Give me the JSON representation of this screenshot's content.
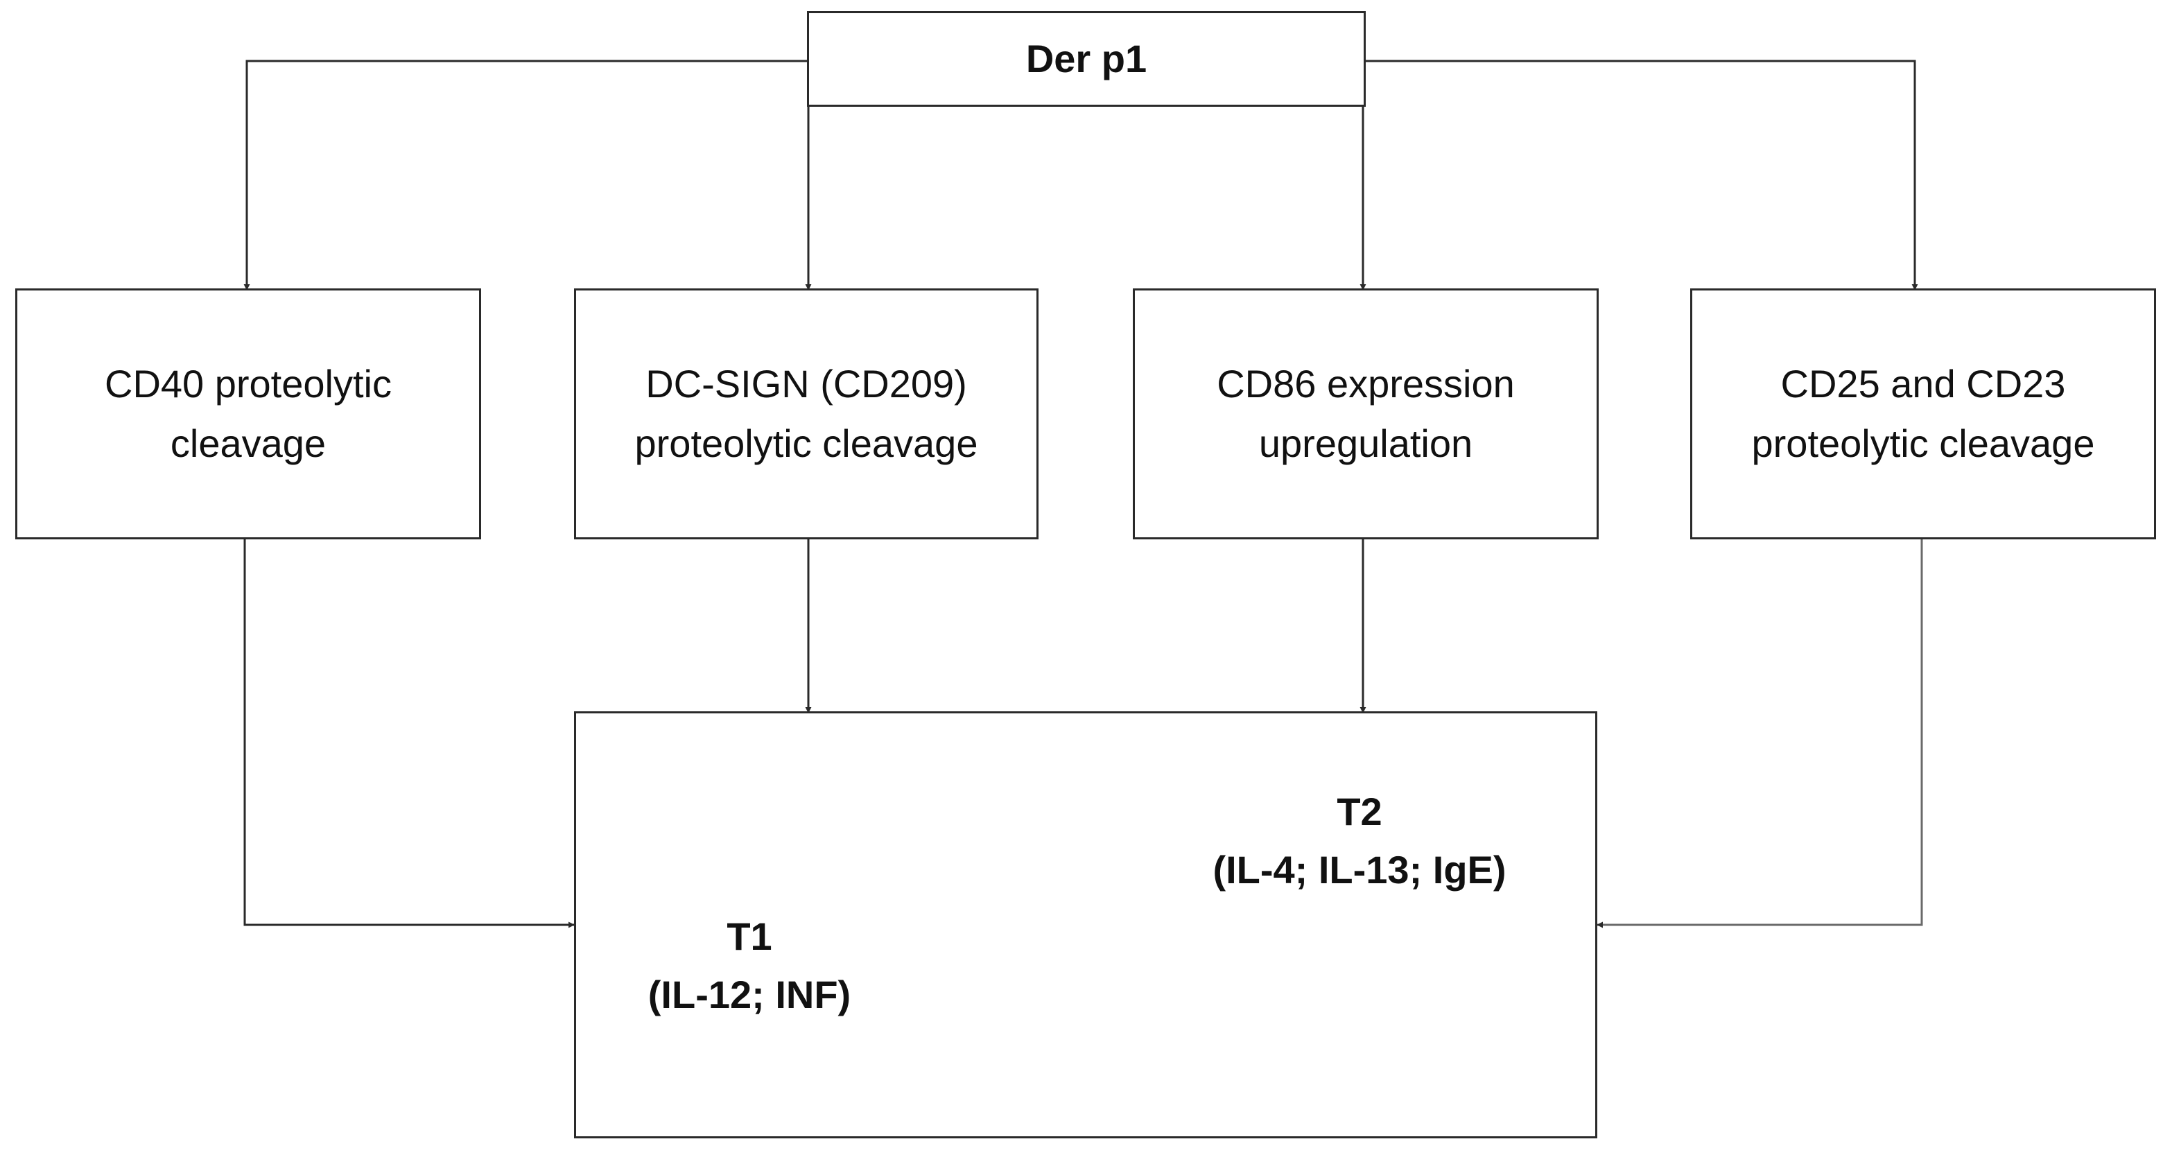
{
  "source": {
    "label": "Der p1"
  },
  "effects": [
    {
      "line1": "CD40 proteolytic",
      "line2": "cleavage"
    },
    {
      "line1": "DC-SIGN (CD209)",
      "line2": "proteolytic cleavage"
    },
    {
      "line1": "CD86 expression",
      "line2": "upregulation"
    },
    {
      "line1": "CD25 and CD23",
      "line2": "proteolytic cleavage"
    }
  ],
  "outcome": {
    "t1": {
      "title": "T1",
      "detail": "(IL-12; INF)"
    },
    "t2": {
      "title": "T2",
      "detail": "(IL-4; IL-13; IgE)"
    }
  },
  "colors": {
    "stroke": "#2a2a2a",
    "beam_fill": "#dddddd",
    "fulcrum_fill": "#d9d9d9",
    "fulcrum_stroke": "#3b4a6b"
  }
}
